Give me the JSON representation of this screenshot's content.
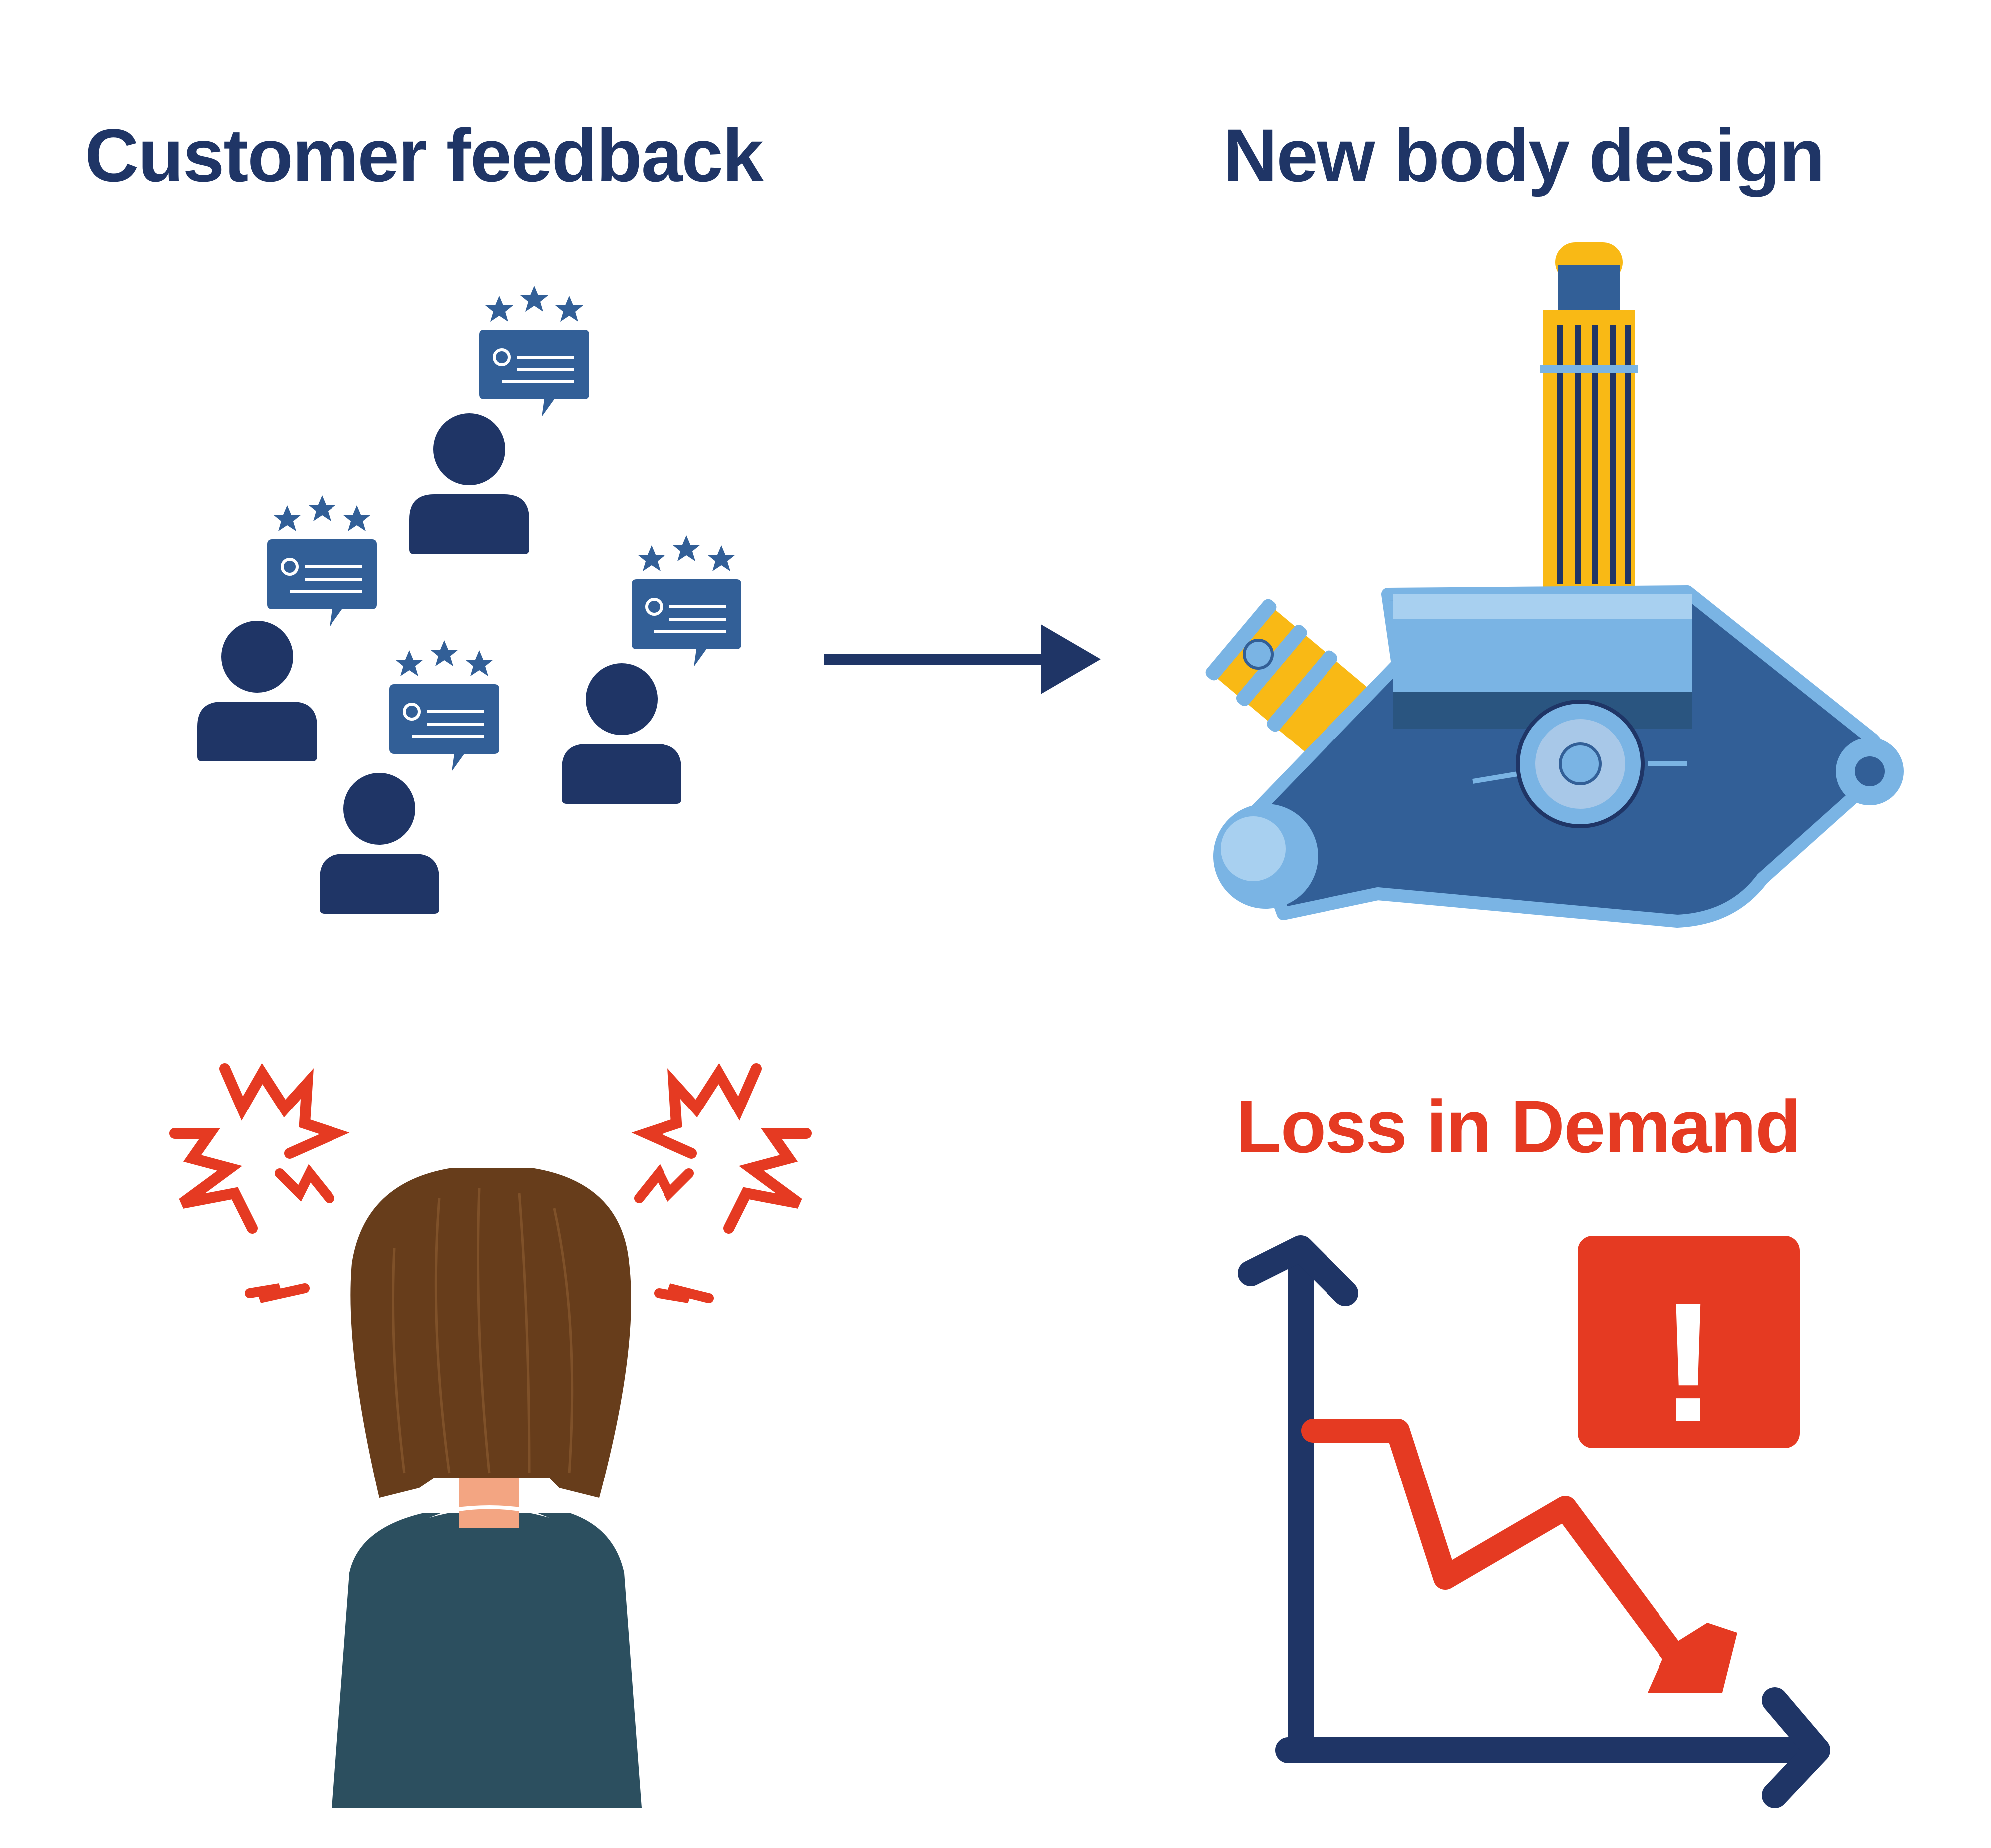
{
  "headings": {
    "customer_feedback": "Customer feedback",
    "new_body_design": "New body design",
    "loss_in_demand": "Loss in Demand"
  },
  "alert_symbol": "!",
  "icons": {
    "feedback": [
      "person-icon",
      "speech-bubble-icon",
      "star-icon"
    ],
    "design": "machine-body-icon",
    "frustration": "frustrated-person-icon",
    "decline": "declining-chart-icon",
    "warning": "alert-icon"
  },
  "colors": {
    "navy": "#1f3566",
    "bubble_blue": "#325f97",
    "light_blue": "#7ab4e4",
    "yellow": "#f9b915",
    "red": "#e53a22",
    "hair_brown": "#673d1b",
    "jacket_teal": "#2c4f5f"
  }
}
